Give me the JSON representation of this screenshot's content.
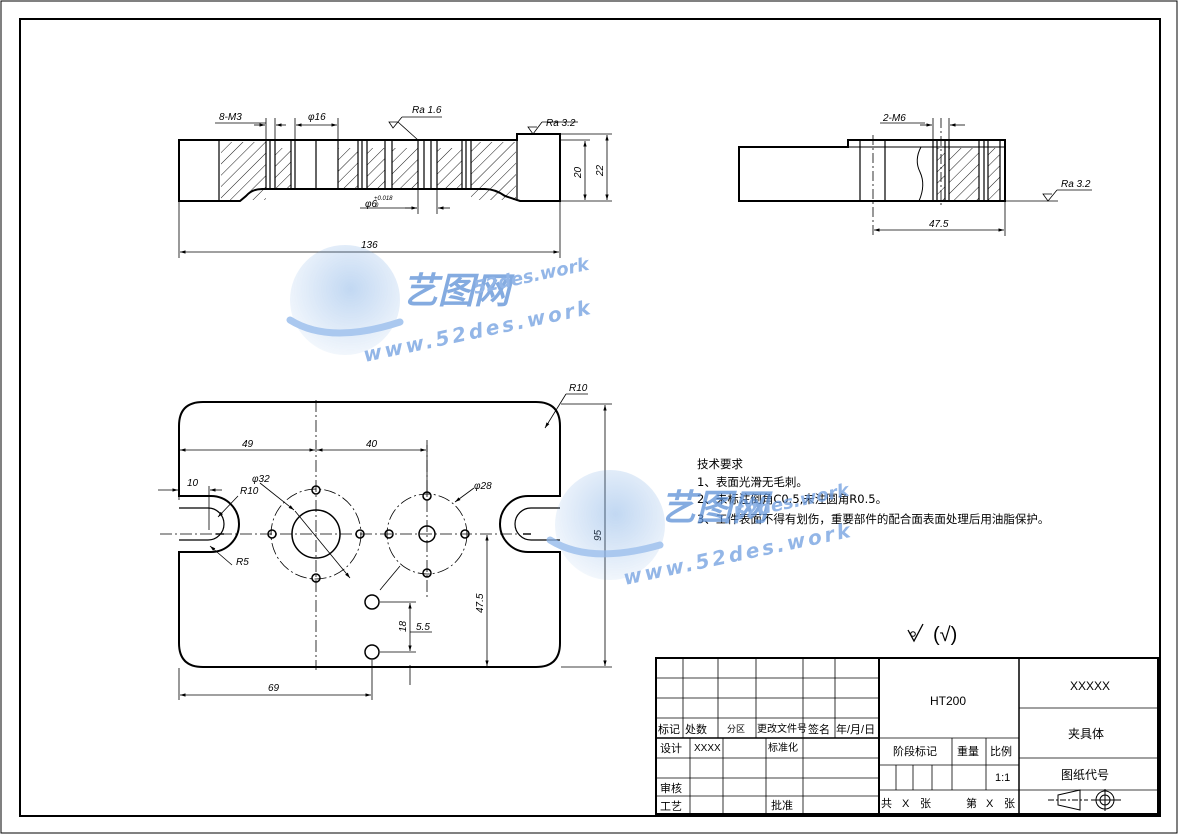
{
  "views": {
    "front": {
      "labels": {
        "thread": "8-M3",
        "hole_dia": "φ16",
        "rough_top": "Ra 1.6",
        "rough_right": "Ra 3.2",
        "height_inner": "20",
        "height_outer": "22",
        "pin_hole_main": "φ6",
        "pin_hole_tol": "+0.018",
        "pin_hole_tol_low": "0",
        "length": "136"
      }
    },
    "side": {
      "labels": {
        "thread": "2-M6",
        "rough": "Ra 3.2",
        "dist": "47.5"
      }
    },
    "top": {
      "labels": {
        "r_corner": "R10",
        "d49": "49",
        "d40": "40",
        "d10": "10",
        "r10": "R10",
        "d32": "φ32",
        "d28": "φ28",
        "r5": "R5",
        "h95": "95",
        "d47_5": "47.5",
        "d18": "18",
        "d5_5": "5.5",
        "d69": "69"
      }
    }
  },
  "notes": {
    "title": "技术要求",
    "items": [
      "1、表面光滑无毛刺。",
      "2、未标注倒角C0.5,未注圆角R0.5。",
      "3、工件表面不得有划伤，重要部件的配合面表面处理后用油脂保护。"
    ]
  },
  "roughness_symbol": "(√)",
  "title_block": {
    "material": "HT200",
    "name_code": "XXXXX",
    "part_name": "夹具体",
    "drawing_no": "图纸代号",
    "stage_mark": "阶段标记",
    "weight": "重量",
    "scale_label": "比例",
    "scale": "1:1",
    "total": "共",
    "sheet_of": "张",
    "sheet_no": "第",
    "sheet_x": "X",
    "sheet_unit": "张",
    "rows": {
      "mark": "标记",
      "count": "处数",
      "zone": "分区",
      "change_doc": "更改文件号",
      "sign": "签名",
      "date": "年/月/日",
      "design": "设计",
      "designer": "XXXX",
      "standard": "标准化",
      "review": "审核",
      "process": "工艺",
      "approve": "批准"
    }
  },
  "watermark": {
    "brand": "艺图网",
    "url_small": "52des.work",
    "url_large": "www.52des.work"
  }
}
